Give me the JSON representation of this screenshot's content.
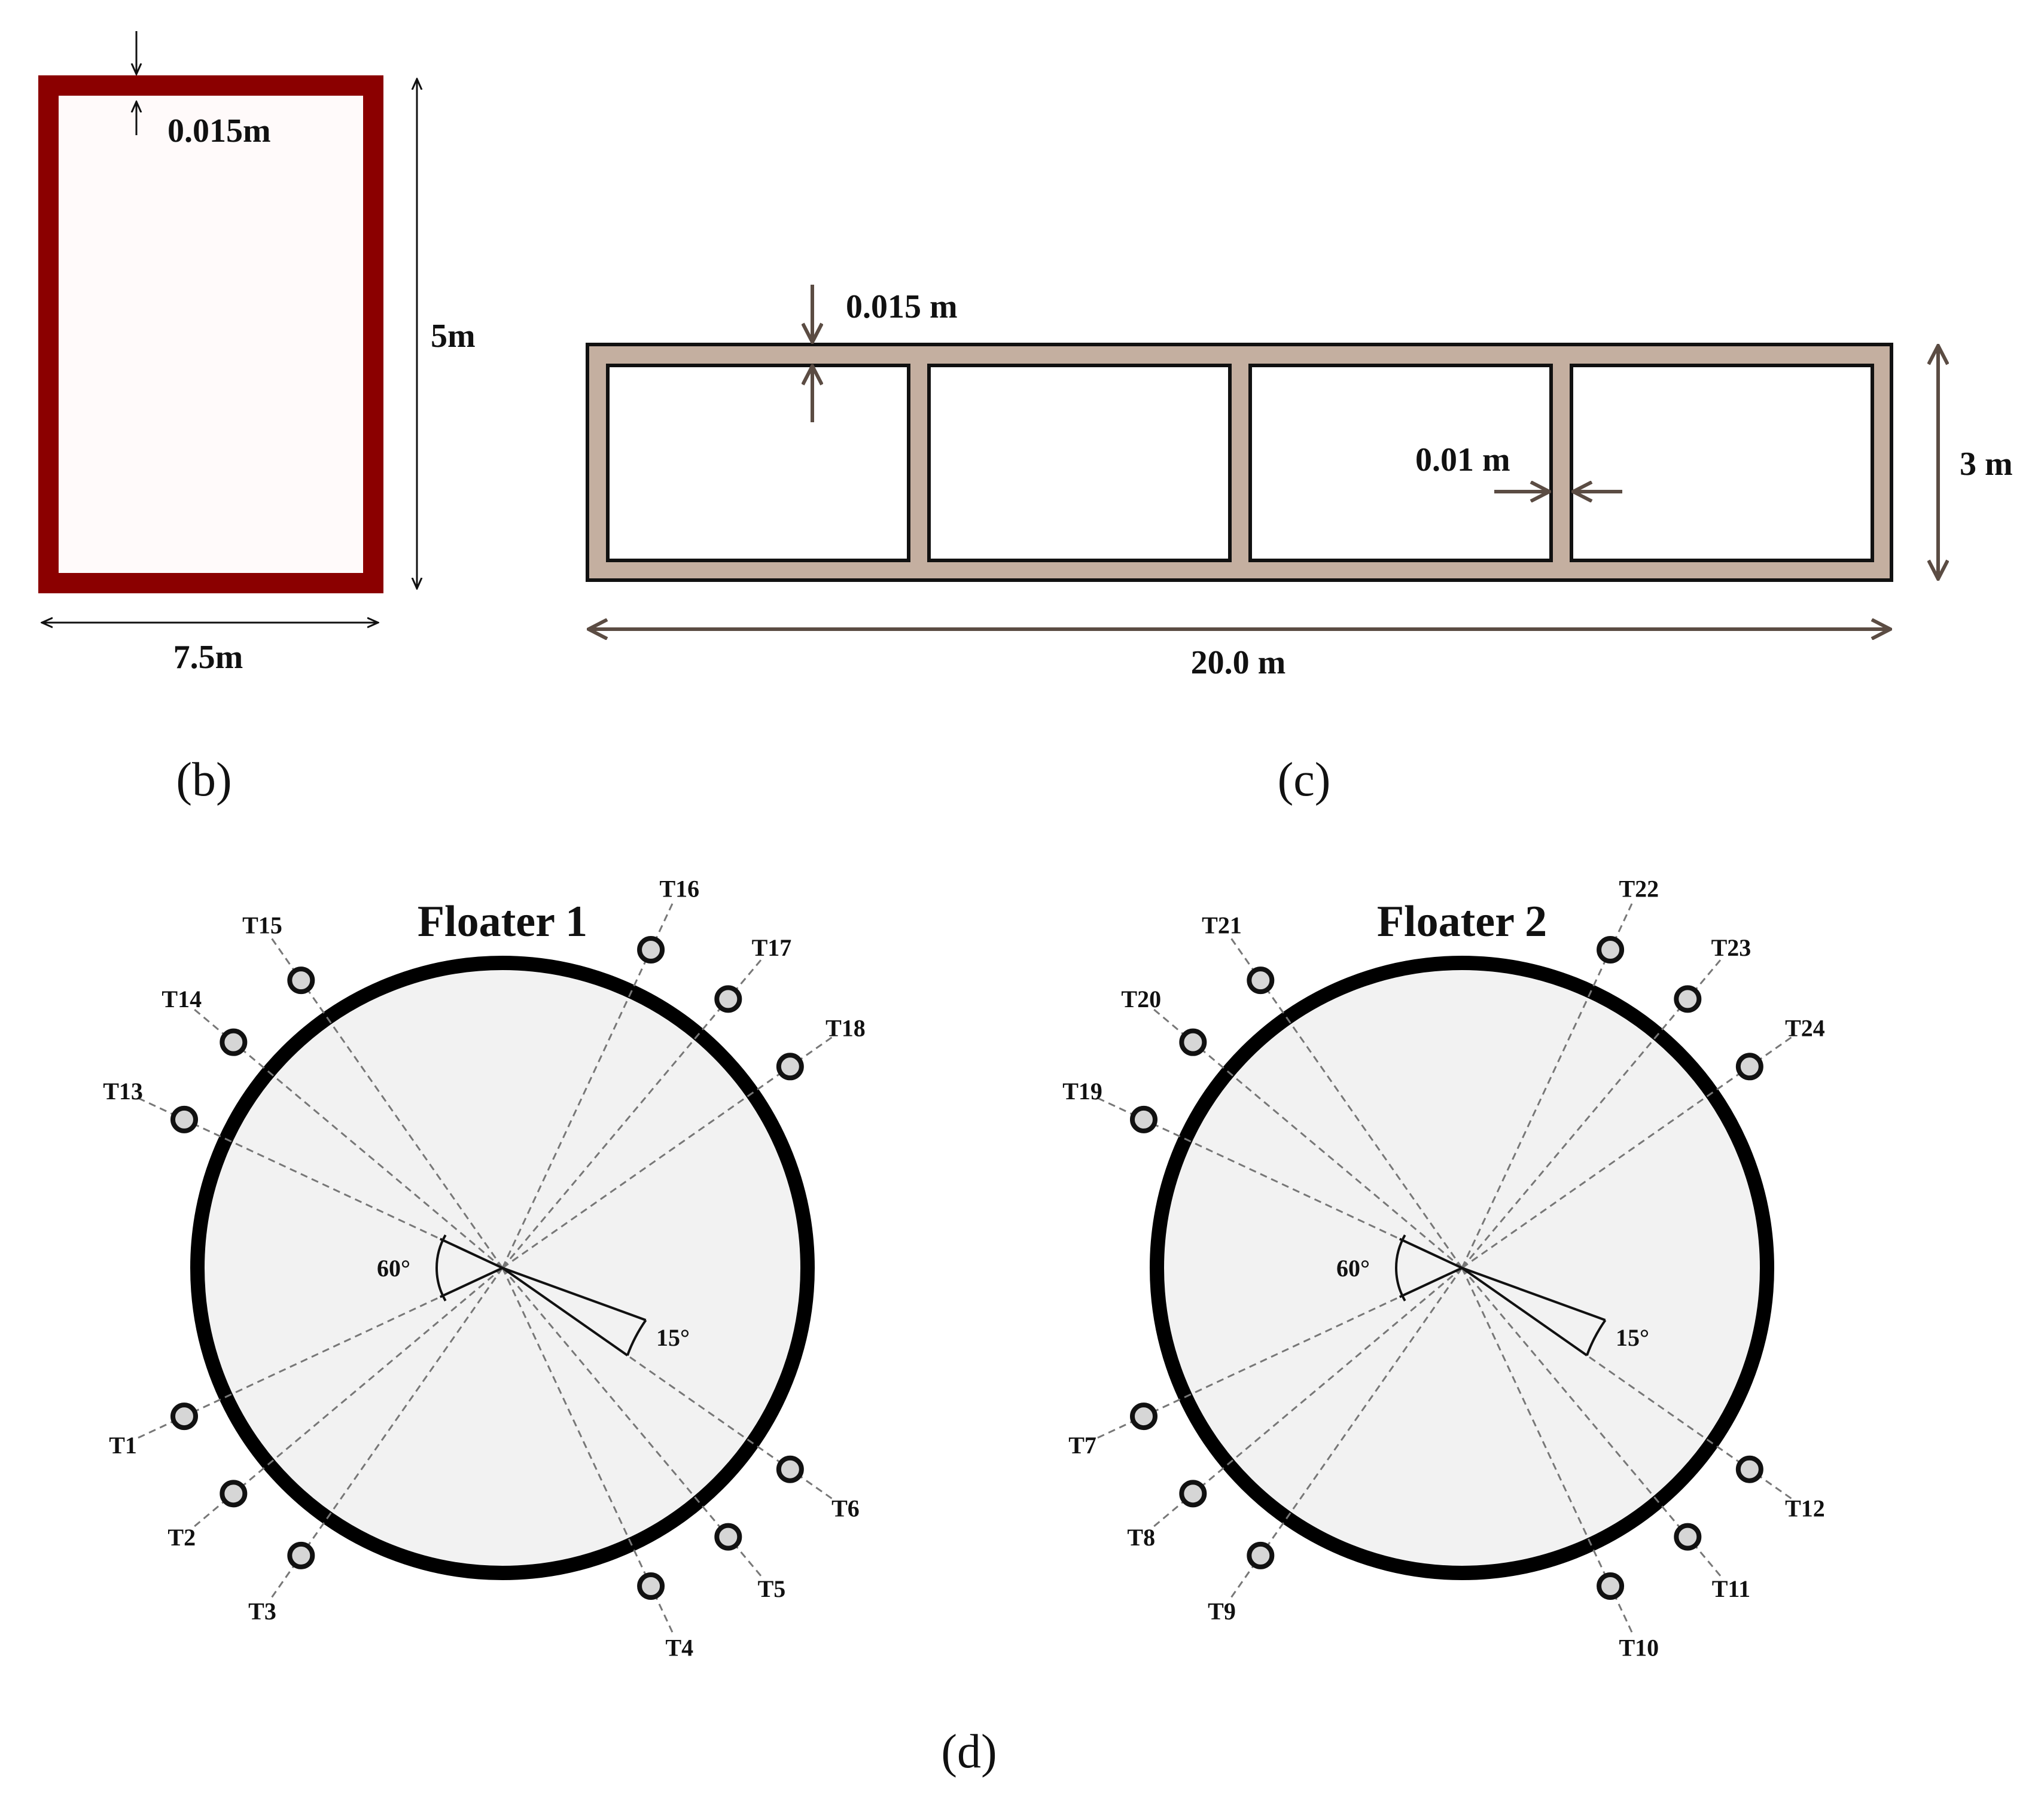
{
  "panel_b": {
    "wall_thickness": "0.015m",
    "height": "5m",
    "width": "7.5m",
    "caption": "(b)",
    "colors": {
      "frame": "#8b0000",
      "fill": "#fffafa"
    }
  },
  "panel_c": {
    "wall_thickness": "0.015 m",
    "partition_thickness": "0.01 m",
    "height": "3 m",
    "length": "20.0 m",
    "caption": "(c)",
    "colors": {
      "frame": "#c4afa0",
      "arrow": "#5b4c43"
    }
  },
  "panel_d": {
    "caption": "(d)",
    "colors": {
      "disc": "#f2f2f2",
      "rim": "#000000",
      "tether_line": "#777777",
      "anchor": "#d6d6d6"
    },
    "floaters": [
      {
        "title": "Floater 1",
        "angle_large": "60°",
        "angle_small": "15°",
        "tethers": [
          "T1",
          "T2",
          "T3",
          "T4",
          "T5",
          "T6",
          "T13",
          "T14",
          "T15",
          "T16",
          "T17",
          "T18"
        ]
      },
      {
        "title": "Floater 2",
        "angle_large": "60°",
        "angle_small": "15°",
        "tethers": [
          "T7",
          "T8",
          "T9",
          "T10",
          "T11",
          "T12",
          "T19",
          "T20",
          "T21",
          "T22",
          "T23",
          "T24"
        ]
      }
    ]
  }
}
